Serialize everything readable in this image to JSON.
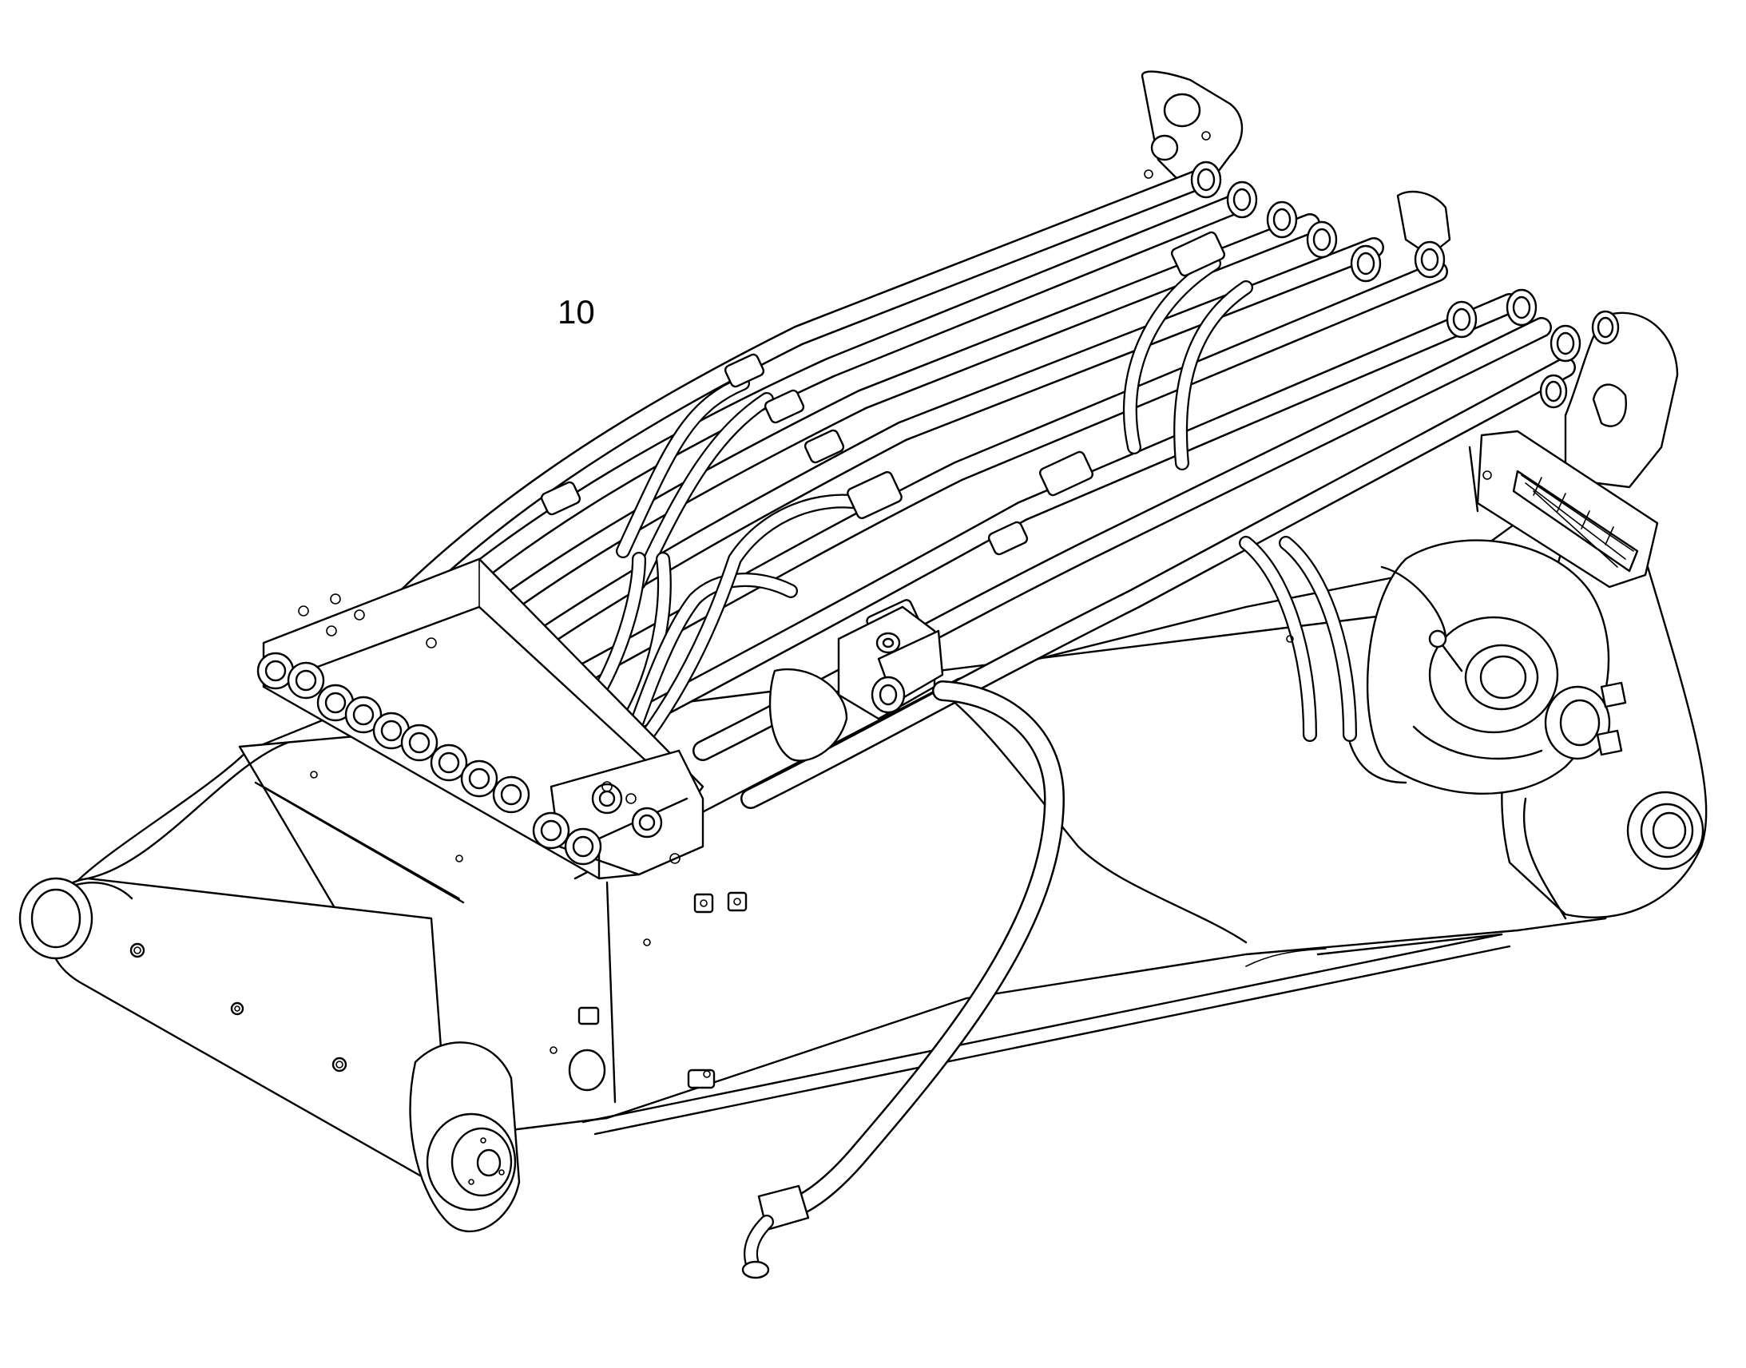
{
  "figure": {
    "callout_label": "10",
    "background": "#ffffff",
    "line_color": "#000000"
  },
  "parts": {
    "boom_body": "excavator-boom",
    "valve_block": "hydraulic-valve-manifold",
    "top_plate": "boom-top-mounting-plate",
    "front_pin": "boom-foot-pin",
    "lower_pin": "lower-pivot-pin",
    "right_eye": "cylinder-mount-eye",
    "vent_grid": "cover-grille",
    "loose_hose": "hanging-hydraulic-hose"
  }
}
